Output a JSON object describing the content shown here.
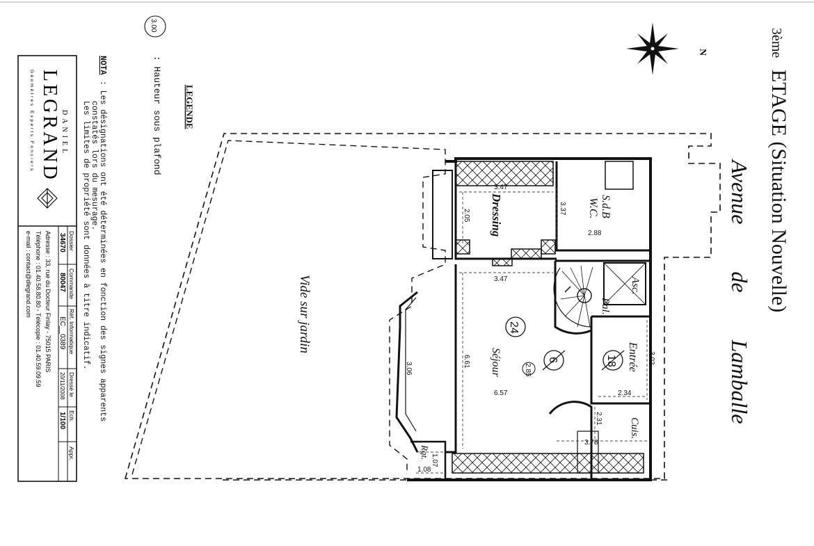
{
  "title": {
    "floor": "ETAGE (Situation Nouvelle)",
    "floor_prefix": "3ème"
  },
  "compass": {
    "north_label": "N"
  },
  "street": "Avenue de Lamballe",
  "garden": "Vide sur jardin",
  "legend": {
    "heading": "LEGENDE",
    "height_symbol": "3.00",
    "height_text": ":  Hauteur sous plafond"
  },
  "note": {
    "label": "NOTA",
    "lines": [
      ":  Les désignations ont été déterminées en fonction des signes apparents",
      "constatés lors du mesurage.",
      "Les limites de propriété sont données à titre indicatif."
    ]
  },
  "rooms": [
    {
      "name": "S.d.B",
      "extra": "W.C.",
      "height": "2.88"
    },
    {
      "name": "Dressing"
    },
    {
      "name": "Asc."
    },
    {
      "name": "Pal."
    },
    {
      "name": "Séjour",
      "area": "24",
      "height": "2.85",
      "crossed": "6"
    },
    {
      "name": "Entrée",
      "crossed": "18"
    },
    {
      "name": "Cuis."
    },
    {
      "name": "Rgt."
    }
  ],
  "dimensions": [
    "3.47",
    "2.05",
    "3.37",
    "2.88",
    "3.47",
    "3.02",
    "6.61",
    "6.57",
    "3.06",
    "2.34",
    "2.31",
    "3.78",
    "1.07",
    "1.08"
  ],
  "cartouche": {
    "company_top": "DANIEL",
    "company_name": "LEGRAND",
    "company_sub": "Géomètres Experts Fonciers",
    "headers": [
      "Dossier",
      "Commande",
      "Réf. Informatique",
      "Dressé le",
      "Ech.",
      "Appr."
    ],
    "values": [
      "34670",
      "80047",
      "EC__0389",
      "20/11/2008",
      "1/100",
      ""
    ],
    "address": "Adresse : 33, rue du Docteur Finlay  -  75015 PARIS",
    "phone": "Téléphone : 01.40.58.80.80  -  Télécopie : 01.40.59.09.59",
    "email": "e-mail : contact@dlegrand.com"
  }
}
